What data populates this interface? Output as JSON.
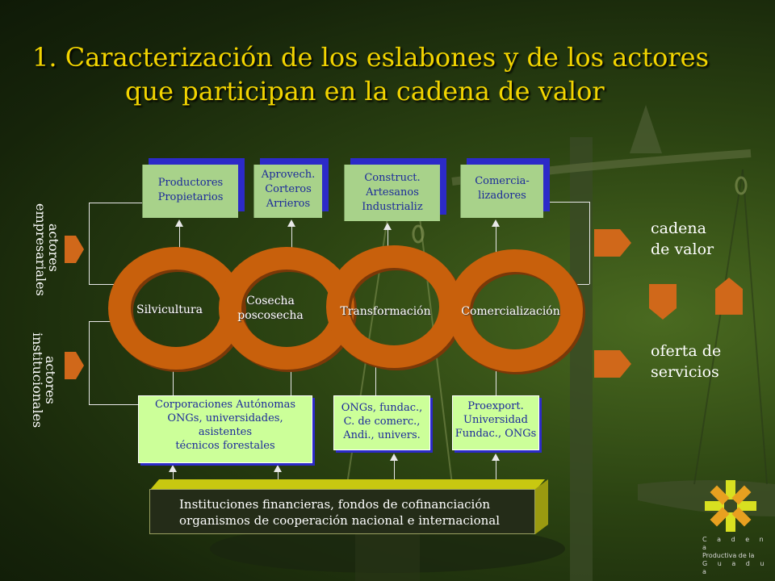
{
  "title": {
    "line1": "1. Caracterización de los eslabones y de los actores",
    "line2": "que participan en la cadena de valor"
  },
  "side_labels": {
    "empresariales": "actores empresariales",
    "institucionales": "actores institucionales"
  },
  "actor_boxes": [
    {
      "text": "Productores\nPropietarios"
    },
    {
      "text": "Aprovech.\nCorteros\nArrieros"
    },
    {
      "text": "Construct.\nArtesanos\nIndustrializ"
    },
    {
      "text": "Comercia-\nlizadores"
    }
  ],
  "rings": [
    {
      "label": "Silvicultura"
    },
    {
      "label": "Cosecha\nposcosecha"
    },
    {
      "label": "Transformación"
    },
    {
      "label": "Comercialización"
    }
  ],
  "institution_boxes": [
    {
      "text": "Corporaciones Autónomas\nONGs, universidades,\nasistentes\ntécnicos forestales"
    },
    {
      "text": "ONGs, fundac.,\nC. de comerc.,\nAndi., univers."
    },
    {
      "text": "Proexport.\nUniversidad\nFundac., ONGs"
    }
  ],
  "financial": {
    "line1": "Instituciones financieras, fondos de cofinanciación",
    "line2": "organismos de cooperación nacional e internacional"
  },
  "right_labels": {
    "cadena": "cadena\nde valor",
    "oferta": "oferta de\nservicios"
  },
  "logo": {
    "line1": "C a d e n a",
    "line2": "Productiva de la",
    "line3": "G u a d u a"
  },
  "colors": {
    "ring": "#c8600c",
    "title": "#f2d400",
    "actor_box": "#a8d28a",
    "institution_box": "#ccff99",
    "box_text": "#1c2a9a"
  }
}
